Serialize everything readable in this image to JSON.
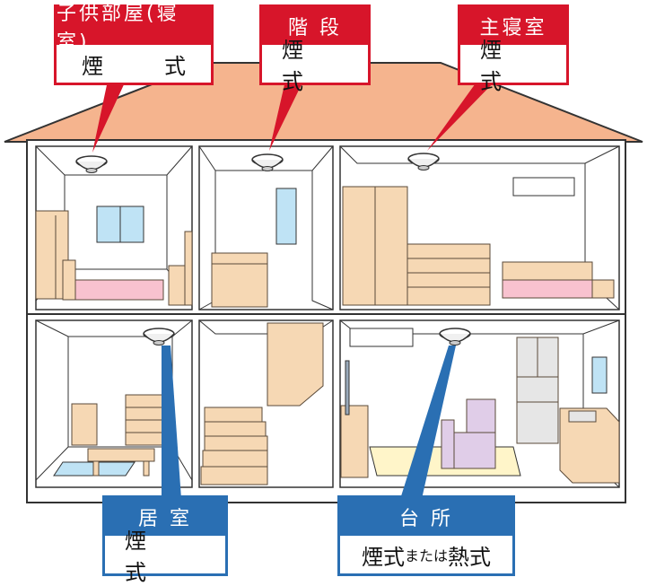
{
  "colors": {
    "roof": "#f5b48e",
    "roof_stroke": "#333333",
    "wall": "#ffffff",
    "furniture": "#f6d8b4",
    "furniture_stroke": "#5a4a3a",
    "bed_sheet": "#f8c2cf",
    "window": "#bfe3f5",
    "sofa": "#e0cde8",
    "floor_mat": "#fff5c9",
    "rug": "#bfe3f5",
    "appliance": "#e6e6e6",
    "red_label": "#d7152a",
    "blue_label": "#2a6fb3"
  },
  "labels": {
    "kids_room": {
      "title": "子供部屋(寝室)",
      "type": "煙　式"
    },
    "stairs": {
      "title": "階 段",
      "type": "煙　式"
    },
    "master_bedroom": {
      "title": "主寝室",
      "type": "煙　式"
    },
    "living_room": {
      "title": "居 室",
      "type": "煙　式"
    },
    "kitchen": {
      "title": "台 所",
      "type_main": "煙式",
      "type_mid": "または",
      "type_end": "熱式"
    }
  }
}
